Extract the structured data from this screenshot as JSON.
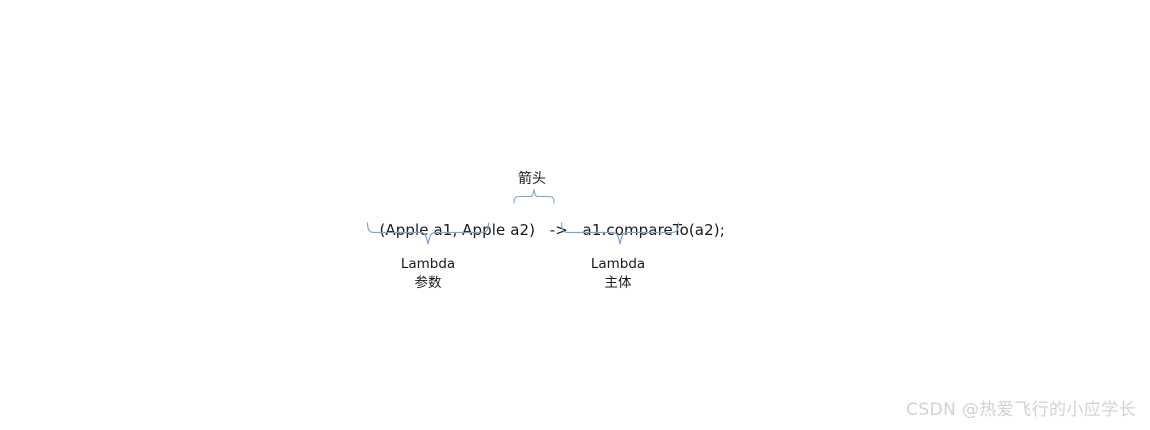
{
  "diagram": {
    "title": "Lambda expression anatomy",
    "code": {
      "parameters": "(Apple a1, Apple a2)",
      "gap1": "   ",
      "arrow": "->",
      "gap2": "   ",
      "body": "a1.compareTo(a2);"
    },
    "annotations": {
      "arrow_label": "箭头",
      "params_label_line1": "Lambda",
      "params_label_line2": "参数",
      "body_label_line1": "Lambda",
      "body_label_line2": "主体"
    },
    "braces": {
      "params_brace": "under-brace",
      "body_brace": "under-brace",
      "arrow_brace": "over-brace"
    }
  },
  "colors": {
    "background": "#ffffff",
    "text": "#1a1a1a",
    "brace_stroke": "#7aa6d2",
    "watermark": "#d2d2d2"
  },
  "watermark": {
    "text": "CSDN @热爱飞行的小应学长"
  }
}
